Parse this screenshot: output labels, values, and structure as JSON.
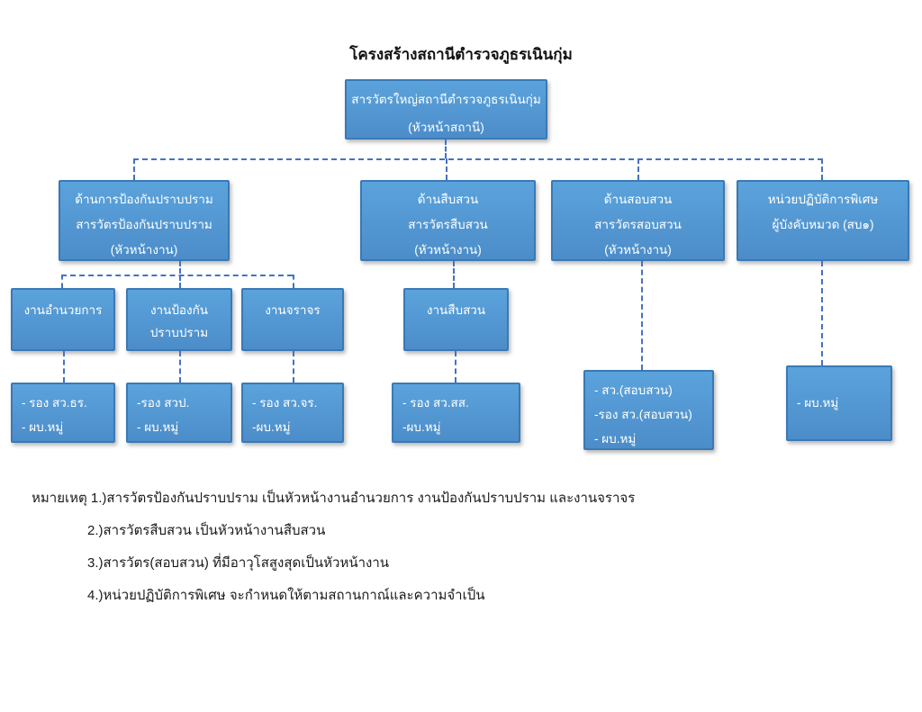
{
  "title": "โครงสร้างสถานีตำรวจภูธรเนินกุ่ม",
  "colors": {
    "box_fill": "#4C8DC9",
    "box_fill_light": "#5BA3DC",
    "box_border": "#3A79B5",
    "connector": "#4472C4",
    "box_text": "#ffffff",
    "page_text": "#111111"
  },
  "org": {
    "chief": {
      "lines": [
        "สารวัตรใหญ่สถานีตำรวจภูธรเนินกุ่ม",
        "(หัวหน้าสถานี)"
      ]
    },
    "prevention_div": {
      "lines": [
        "ด้านการป้องกันปราบปราม",
        "สารวัตรป้องกันปราบปราม",
        "(หัวหน้างาน)"
      ]
    },
    "investigation_div": {
      "lines": [
        "ด้านสืบสวน",
        "สารวัตรสืบสวน",
        "(หัวหน้างาน)"
      ]
    },
    "interrogation_div": {
      "lines": [
        "ด้านสอบสวน",
        "สารวัตรสอบสวน",
        "(หัวหน้างาน)"
      ]
    },
    "special_ops_div": {
      "lines": [
        "หน่วยปฏิบัติการพิเศษ",
        "ผู้บังคับหมวด (สบ๑)"
      ]
    },
    "admin_unit": {
      "lines": [
        "งานอำนวยการ"
      ]
    },
    "prevention_unit": {
      "lines": [
        "งานป้องกัน",
        "ปราบปราม"
      ]
    },
    "traffic_unit": {
      "lines": [
        "งานจราจร"
      ]
    },
    "investigation_unit": {
      "lines": [
        "งานสืบสวน"
      ]
    },
    "admin_staff": {
      "lines": [
        "- รอง สว.ธร.",
        "- ผบ.หมู่"
      ]
    },
    "prevention_staff": {
      "lines": [
        "-รอง สวป.",
        "- ผบ.หมู่"
      ]
    },
    "traffic_staff": {
      "lines": [
        "- รอง สว.จร.",
        "-ผบ.หมู่"
      ]
    },
    "investigation_staff": {
      "lines": [
        "- รอง สว.สส.",
        "-ผบ.หมู่"
      ]
    },
    "interrogation_staff": {
      "lines": [
        "- สว.(สอบสวน)",
        "-รอง สว.(สอบสวน)",
        "- ผบ.หมู่"
      ]
    },
    "special_ops_staff": {
      "lines": [
        "- ผบ.หมู่"
      ]
    }
  },
  "footnotes": {
    "prefix": "หมายเหตุ",
    "items": [
      "1.)สารวัตรป้องกันปราบปราม เป็นหัวหน้างานอำนวยการ งานป้องกันปราบปราม และงานจราจร",
      "2.)สารวัตรสืบสวน เป็นหัวหน้างานสืบสวน",
      "3.)สารวัตร(สอบสวน) ที่มีอาวุโสสูงสุดเป็นหัวหน้างาน",
      "4.)หน่วยปฏิบัติการพิเศษ จะกำหนดให้ตามสถานกาณ์และความจำเป็น"
    ]
  }
}
